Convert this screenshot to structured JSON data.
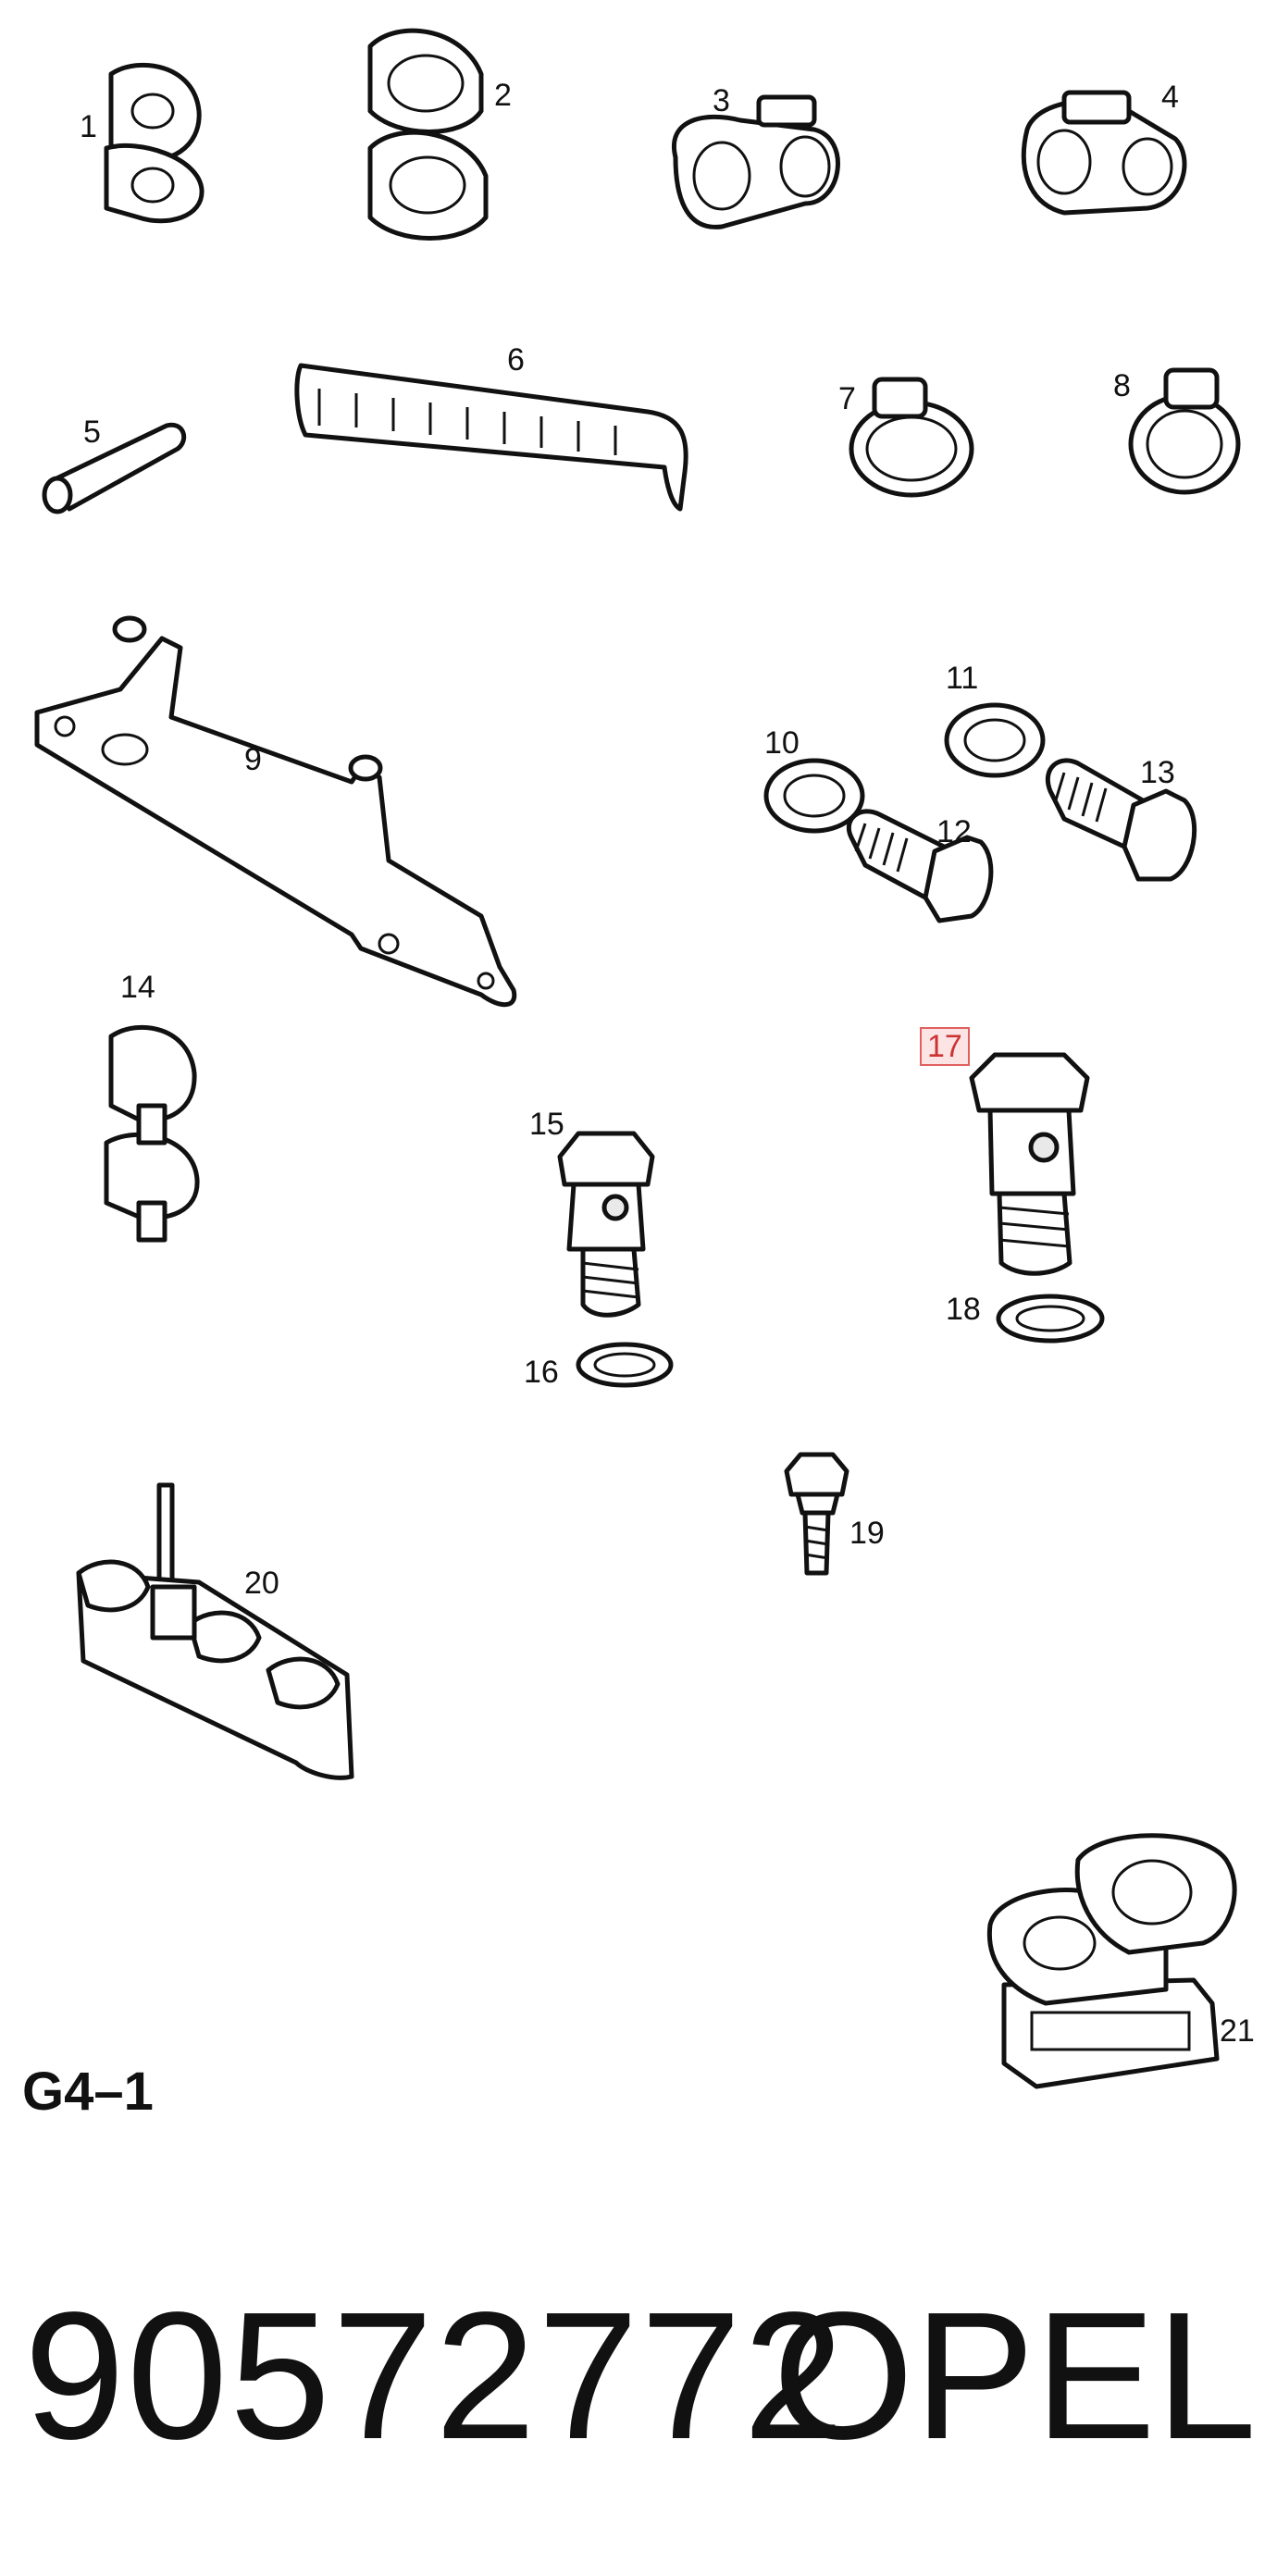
{
  "labels": {
    "p1": "1",
    "p2": "2",
    "p3": "3",
    "p4": "4",
    "p5": "5",
    "p6": "6",
    "p7": "7",
    "p8": "8",
    "p9": "9",
    "p10": "10",
    "p11": "11",
    "p12": "12",
    "p13": "13",
    "p14": "14",
    "p15": "15",
    "p16": "16",
    "p17": "17",
    "p18": "18",
    "p19": "19",
    "p20": "20",
    "p21": "21"
  },
  "highlighted_part": "17",
  "section_code": "G4–1",
  "part_number": "90572772",
  "brand": "OPEL",
  "colors": {
    "line": "#111111",
    "highlight_border": "#e06060",
    "highlight_fill": "#fde4e4"
  }
}
